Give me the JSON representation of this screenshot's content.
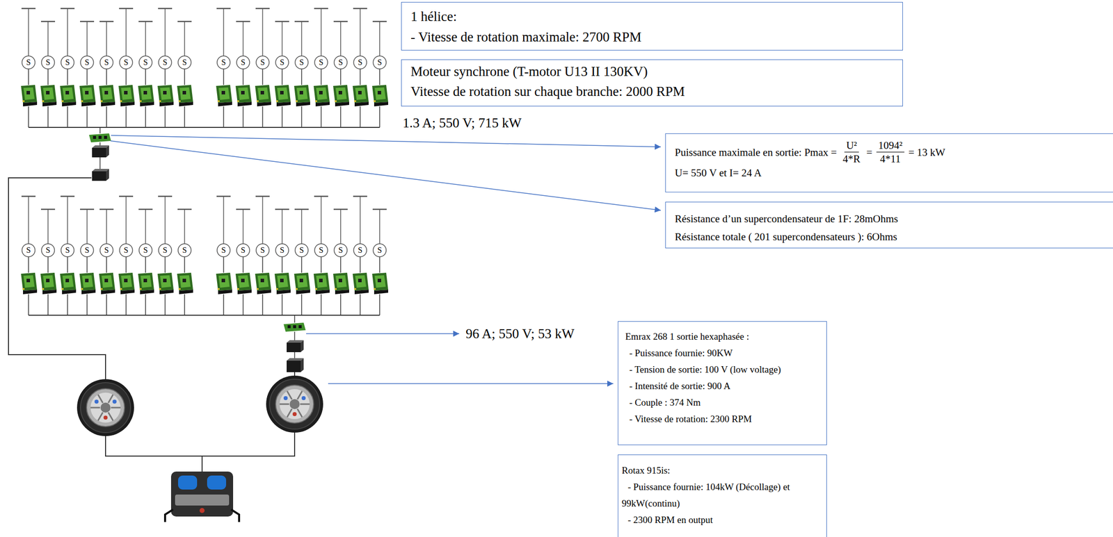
{
  "diagram": {
    "nodes": [
      {
        "text": [
          "1 hélice:",
          "- Vitesse de rotation maximale: 2700 RPM"
        ]
      },
      {
        "text": [
          "Moteur synchrone (T-motor U13 II 130KV)",
          "Vitesse de rotation sur chaque branche: 2000 RPM"
        ]
      },
      {
        "text": [
          "Puissance maximale en sortie: Pmax =",
          "U²",
          "4*R",
          "=",
          "1094²",
          "4*11",
          "= 13 kW",
          "U= 550 V et I= 24 A"
        ]
      },
      {
        "text": [
          "Résistance d’un supercondensateur de 1F: 28mOhms",
          "Résistance totale ( 201 supercondensateurs ): 6Ohms"
        ]
      },
      {
        "text": [
          "Emrax 268 1 sortie hexaphasée :",
          "- Puissance fournie: 90KW",
          "- Tension de sortie: 100 V (low voltage)",
          "- Intensité de sortie: 900 A",
          "- Couple : 374 Nm",
          "- Vitesse de rotation: 2300 RPM"
        ]
      },
      {
        "text": [
          "Rotax 915is:",
          "- Puissance fournie: 104kW (Décollage) et 99kW(continu)",
          "- 2300 RPM en output"
        ]
      }
    ],
    "labels": [
      "S",
      "S",
      "S",
      "S",
      "S",
      "S",
      "S",
      "S",
      "S",
      "S",
      "S",
      "S",
      "S",
      "S",
      "S",
      "S",
      "S",
      "S",
      "1.3 A; 550 V; 715 kW",
      "S",
      "S",
      "S",
      "S",
      "S",
      "S",
      "S",
      "S",
      "S",
      "S",
      "S",
      "S",
      "S",
      "S",
      "S",
      "S",
      "S",
      "S",
      "96 A; 550 V; 53 kW"
    ]
  }
}
